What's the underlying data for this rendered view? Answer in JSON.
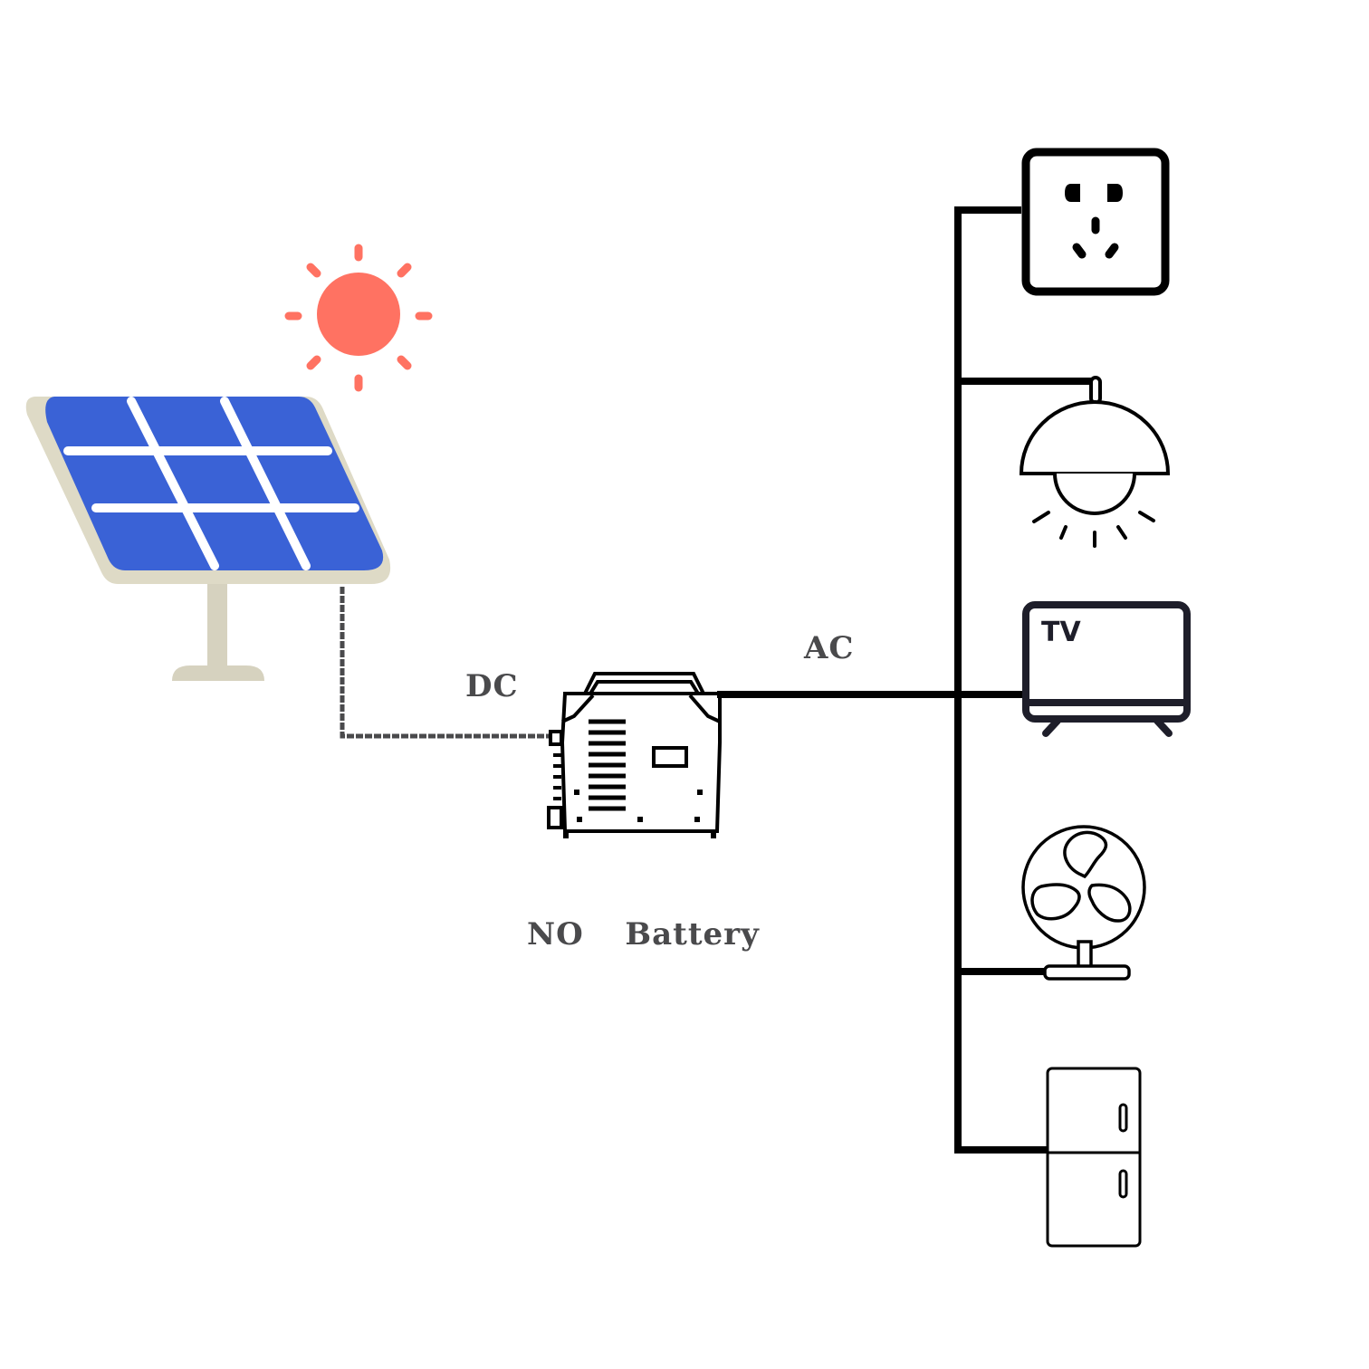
{
  "diagram": {
    "title": "Off-grid solar system without battery",
    "colors": {
      "panel_blue": "#3a62d6",
      "panel_frame": "#dedac6",
      "panel_stand": "#d6d2bf",
      "sun": "#ff7262",
      "line": "#000000",
      "dc_cable": "#4a4a4c",
      "label_text": "#4a4a4c"
    },
    "nodes": [
      {
        "id": "sun",
        "icon": "sun-icon"
      },
      {
        "id": "solar-panel",
        "icon": "solar-panel-icon"
      },
      {
        "id": "inverter",
        "icon": "inverter-icon"
      },
      {
        "id": "socket",
        "icon": "power-socket-icon"
      },
      {
        "id": "lamp",
        "icon": "pendant-lamp-icon"
      },
      {
        "id": "tv",
        "icon": "tv-icon",
        "text": "TV"
      },
      {
        "id": "fan",
        "icon": "desk-fan-icon"
      },
      {
        "id": "fridge",
        "icon": "refrigerator-icon"
      }
    ],
    "edges": [
      {
        "from": "solar-panel",
        "to": "inverter",
        "style": "dashed",
        "label": "DC"
      },
      {
        "from": "inverter",
        "to": "ac-bus",
        "style": "solid",
        "label": "AC"
      },
      {
        "from": "ac-bus",
        "to": "socket"
      },
      {
        "from": "ac-bus",
        "to": "lamp"
      },
      {
        "from": "ac-bus",
        "to": "tv"
      },
      {
        "from": "ac-bus",
        "to": "fan"
      },
      {
        "from": "ac-bus",
        "to": "fridge"
      }
    ],
    "labels": {
      "dc": "DC",
      "ac": "AC",
      "no_battery": "NO  Battery",
      "tv_text": "TV"
    }
  }
}
